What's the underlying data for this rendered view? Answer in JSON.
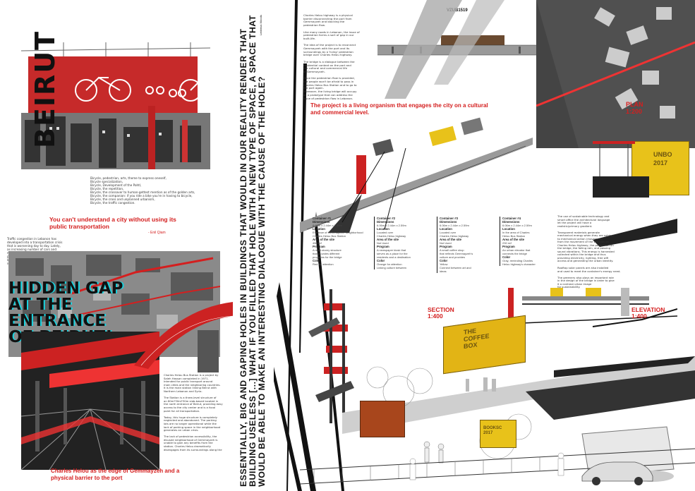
{
  "left_panel": {
    "beirut_title": "BEIRUT",
    "bullet_text": "Bicycle, pedestrian, arts, theme to express oneself,\nBicycle specialization,\nBicycle, Development of the Pahtl,\nBicycle, the repetition,\nBicycle, the crossover to human-gettest mention as of the golden arts,\nBicycle, the companion: if you ride a bike you're in having to bicycle,\nBicycle, the cross and unplanned urbanism,\nBicycle, the traffic congestion.",
    "quote": "You can't understand a city without using its public transportation",
    "quote_author": "- Enil Qiam",
    "intro_text": "Traffic congestion in Lebanon has\ndeveloped into a transportation crisis\nthat is worsening day to day. Lately,\nas increasing number of cars and\nmore importantly a poorly placed\npublic transportation system.\nIn fact, the only bus station in Beirut\nis Charles Helou station.",
    "hidden_gap_title": "HIDDEN GAP AT THE ENTRANCE OF BEIRUT!",
    "bottom_caption": "Charles Helou as the edge of Gemmayzeh and a physical barrier to the port"
  },
  "station_text": "Charles Helou Bus Station is a project by\nSaleh Hassan completed in 1971.\nIntended for public transport around\nmain cities and the neighboring countries.\nIt is the main station linking Beirut with\nNorthern Lebanon and Syria.\n\nThe Station is a three-level structure of\nan 80m*30m*30m slab-based located in\nthe north entrance of Beirut, providing easy\naccess to the city center and is a focal\npoint for all transportation.\n\nToday, this huge structure is completely\nneglected and abandoned. The parking\nlots are no longer operational while the\nlack of parking space in the neighborhood\ngenerates an urban crisis.\n\nThe lack of pedestrian accessibility, the\ndisused neighborhood of Gemmayzeh is\nunable to gain any benefits from the\nstation. Charles Helou dramatically\ndisengages from its surroundings along the",
  "vertical_statement": [
    "ESSENTIALLY, BIG AND GAPING HOLES IN BUILDINGS THAT WOULD IN OUR REALITY RENDER THAT",
    "BUILDING USELESS [...] WHAT IF YOU FILLED THAT HOLE WITH A NEW TYPE OF SPACE, A SPACE THAT",
    "WOULD BE ABLE TO MAKE AN INTERESTING DIALOGUE WITH THE CAUSE OF THE HOLE?"
  ],
  "vertical_author": "Lebbeus Woods",
  "project_text": "Charles Helou highway is a physical\nbarrier disconnecting the port from\nGemmayzeh and blocking the\npedestrian flow.\n\nLike many roads in Lebanon, the issue of\npedestrian forms a sort of gap in our\nbuilt-life.\n\nThe idea of the project is to reconnect\nGemmayzeh with the port and its\nsurroundings by a 'living' pedestrian\nbridge over Charles Helou highway.\n\nThe bridge is a dialogue between the\nresidential context on the port and\nthe cultural and commercial life\nof Gemmayzeh.\n\nOnce the pedestrian flow is provided,\nthe people won't be afraid to pass in\nCharles Helou Bus Station and to go to\nthe port again.\nMoreover, the living bridge will occupy\nas a prototype that can address the\nissue of pedestrian flow in Lebanon.",
  "living_organism": "The project is a living organism that engages the city on a cultural and commercial level.",
  "code_label": "VZUB1519",
  "plan_label": "PLAN\n1:200",
  "section_label": "SECTION\n1:400",
  "elevation_label": "ELEVATION\n1:400",
  "container_label": "UNBO\n2017",
  "coffee_label": "THE\nCOFFEE\nBOX",
  "container_small_label": "BOOKSC\n2017",
  "sustain_text": "The use of sustainable technology and\nsmart office the architectural language\nlet the project will have a\nrealistic/primary gradient.\n\nTransparent materials generate\nmechanical energy when they are subject\nto mechanical action (movement)\nfrom the movement of the vehicles on\nCharles Helou highway, the pedestrian on\nthe bridge, the falling rain, and passing\nsound vibrations. This energy is harvested\ncollected within the bridge and thus\nproviding electricity, lighting, free wifi\naccess and generating the urban identity.",
  "rooftop_text": "Rooftop solar panels are also installed\nand used to meet the container's energy need.\n\nThe greenery also plays an important role\nin the design of the bridge in order to give\nit a contrast urban image\nfor sustainability.",
  "specs": [
    {
      "name": "Container #1",
      "rows": [
        {
          "k": "Dimensions",
          "v": "6.06m x 2.44m x 2.59m"
        },
        {
          "k": "Location",
          "v": "Entrance of Gemmayzeh, Neighborhood\nCharles Helou Bus Station"
        },
        {
          "k": "Area of the site",
          "v": "450 m2"
        },
        {
          "k": "Program",
          "v": "A multi-storey structure\nthat provides different\nprograms for the bridge"
        },
        {
          "k": "Color",
          "v": "Red for attention"
        }
      ]
    },
    {
      "name": "Container #2",
      "rows": [
        {
          "k": "Dimensions",
          "v": "6.06m x 2.44m x 2.59m"
        },
        {
          "k": "Location",
          "v": "Located over\nCharles Helou highway"
        },
        {
          "k": "Area of the site",
          "v": "Not Used"
        },
        {
          "k": "Program",
          "v": "A newspaper kiosk that\nserves as a place for the\nresidents and a destination"
        },
        {
          "k": "Color",
          "v": "Orange for attention\nLinking culture between"
        }
      ]
    },
    {
      "name": "Container #3",
      "rows": [
        {
          "k": "Dimensions",
          "v": "6.06m x 2.44m x 2.59m"
        },
        {
          "k": "Location",
          "v": "Located over\nCharles Helou highway"
        },
        {
          "k": "Area of the site",
          "v": "Not Used"
        },
        {
          "k": "Program",
          "v": "A small coffee shop\nthat reflects Gemmayzeh's\nculture and provides"
        },
        {
          "k": "Color",
          "v": "Yellow\nConnect between art and\nideas"
        }
      ]
    },
    {
      "name": "Container #4",
      "rows": [
        {
          "k": "Dimensions",
          "v": "6.06m x 2.44m x 2.59m"
        },
        {
          "k": "Location",
          "v": "In the area of Charles\nHelou Bus Station"
        },
        {
          "k": "Area of the site",
          "v": "230 m2"
        },
        {
          "k": "Program",
          "v": "An urban elevator that\nconnects the bridge"
        },
        {
          "k": "Color",
          "v": "Gray, reminding Charles\nHelou highway's character"
        }
      ]
    }
  ],
  "colors": {
    "accent_red": "#d41f1f",
    "cyan": "#19d4e0",
    "yellow": "#e8c21a",
    "rust": "#a8461c"
  }
}
